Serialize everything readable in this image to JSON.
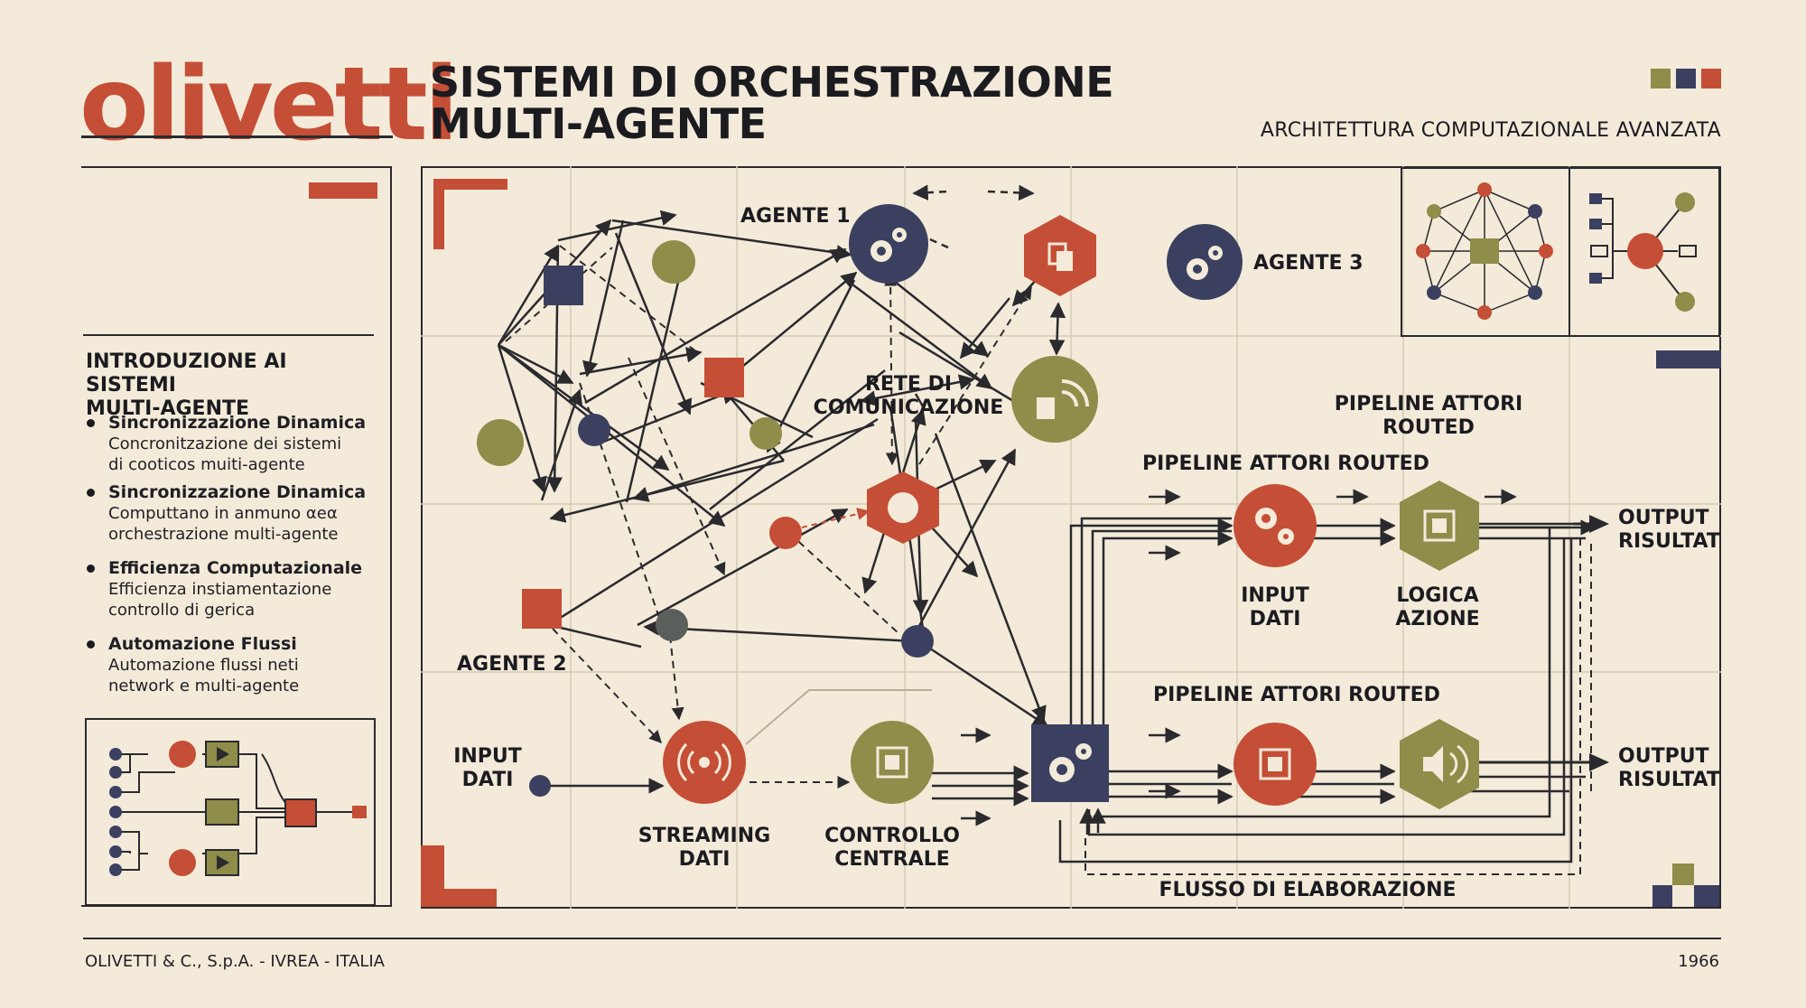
{
  "header": {
    "logo": "olivetti",
    "title_line1": "SISTEMI DI ORCHESTRAZIONE",
    "title_line2": "MULTI-AGENTE",
    "subtitle": "ARCHITETTURA COMPUTAZIONALE AVANZATA"
  },
  "colors": {
    "background": "#f3ead9",
    "red": "#c54e36",
    "navy": "#3b4060",
    "olive": "#8e8d4a",
    "ink": "#1f1f24"
  },
  "sidebar": {
    "intro_title_line1": "INTRODUZIONE AI SISTEMI",
    "intro_title_line2": "MULTI-AGENTE",
    "bullets": [
      {
        "title": "Sincronizzazione Dinamica",
        "line1": "Concronitzazione dei sistemi",
        "line2": "di cooticos muiti-agente"
      },
      {
        "title": "Sincronizzazione Dinamica",
        "line1": "Computtano in anmuno αeα",
        "line2": "orchestrazione multi-agente"
      },
      {
        "title": "Efficienza Computazionale",
        "line1": "Efficienza instiamentazione",
        "line2": "controllo di gerica"
      },
      {
        "title": "Automazione Flussi",
        "line1": "Automazione flussi neti",
        "line2": "network e multi-agente"
      }
    ]
  },
  "diagram": {
    "agent1": "AGENTE 1",
    "agent2": "AGENTE 2",
    "agent3": "AGENTE 3",
    "network_line1": "RETE DI",
    "network_line2": "COMUNICAZIONE",
    "pipeline_top_line1": "PIPELINE ATTORI",
    "pipeline_top_line2": "ROUTED",
    "pipeline_mid": "PIPELINE ATTORI ROUTED",
    "pipeline_low": "PIPELINE ATTORI ROUTED",
    "input_line1": "INPUT",
    "input_line2": "DATI",
    "streaming_line1": "STREAMING",
    "streaming_line2": "DATI",
    "control_line1": "CONTROLLO",
    "control_line2": "CENTRALE",
    "pipe_input_line1": "INPUT",
    "pipe_input_line2": "DATI",
    "logic_line1": "LOGICA",
    "logic_line2": "AZIONE",
    "output1_line1": "OUTPUT",
    "output1_line2": "RISULTATI",
    "output2_line1": "OUTPUT",
    "output2_line2": "RISULTATI",
    "flow": "FLUSSO DI ELABORAZIONE"
  },
  "footer": {
    "company": "OLIVETTI & C., S.p.A. - IVREA - ITALIA",
    "year": "1966"
  }
}
